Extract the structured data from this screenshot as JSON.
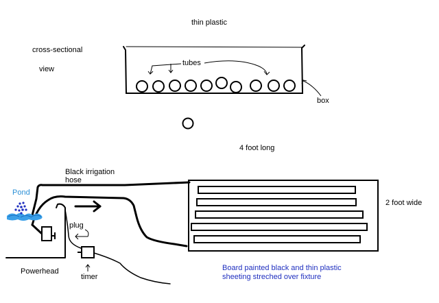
{
  "labels": {
    "thin_plastic": "thin plastic",
    "cross_sectional": "cross-sectional",
    "view": "view",
    "tubes": "tubes",
    "box": "box",
    "four_foot_long": "4 foot long",
    "black_irrigation_line1": "Black irrigation",
    "black_irrigation_line2": "hose",
    "pond": "Pond",
    "two_foot_wide": "2 foot wide",
    "plug": "plug",
    "powerhead": "Powerhead",
    "timer": "timer",
    "board_line1": "Board painted black and thin plastic",
    "board_line2": "sheeting streched over fixture"
  },
  "colors": {
    "ink": "#000000",
    "pond_text": "#2a8fd6",
    "water": "#3aa0e8",
    "bubbles": "#1f2fbf",
    "caption": "#1f2fbf"
  }
}
